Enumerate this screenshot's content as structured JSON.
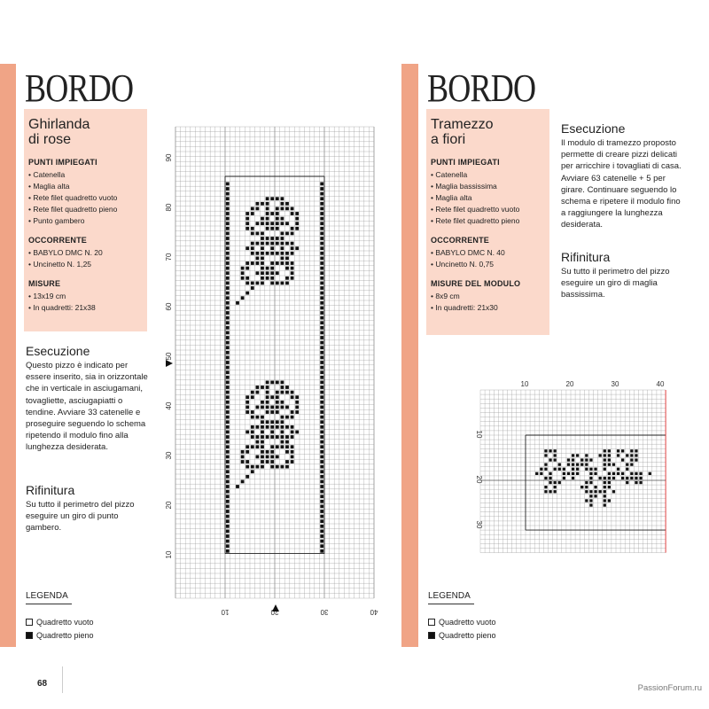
{
  "left": {
    "title": "BORDO",
    "pattern_name_line1": "Ghirlanda",
    "pattern_name_line2": "di rose",
    "punti_title": "PUNTI IMPIEGATI",
    "punti": [
      "Catenella",
      "Maglia alta",
      "Rete filet quadretto vuoto",
      "Rete filet quadretto pieno",
      "Punto gambero"
    ],
    "occorrente_title": "OCCORRENTE",
    "occorrente": [
      "BABYLO DMC N. 20",
      "Uncinetto N. 1,25"
    ],
    "misure_title": "MISURE",
    "misure": [
      "13x19 cm",
      "In quadretti: 21x38"
    ],
    "esecuzione_title": "Esecuzione",
    "esecuzione_text": "Questo pizzo è indicato per essere inserito, sia in orizzontale che in verticale in asciugamani, tovagliette, asciugapiatti o tendine. Avviare 33 catenelle e proseguire seguendo lo schema ripetendo il modulo fino alla lunghezza desiderata.",
    "rifinitura_title": "Rifinitura",
    "rifinitura_text": "Su tutto il perimetro del pizzo eseguire un giro di punto gambero.",
    "legend_title": "LEGENDA",
    "legend_empty": "Quadretto vuoto",
    "legend_full": "Quadretto pieno",
    "page_number": "68"
  },
  "right": {
    "title": "BORDO",
    "pattern_name_line1": "Tramezzo",
    "pattern_name_line2": "a fiori",
    "punti_title": "PUNTI IMPIEGATI",
    "punti": [
      "Catenella",
      "Maglia bassissima",
      "Maglia alta",
      "Rete filet quadretto vuoto",
      "Rete filet quadretto pieno"
    ],
    "occorrente_title": "OCCORRENTE",
    "occorrente": [
      "BABYLO DMC N. 40",
      "Uncinetto N. 0,75"
    ],
    "misure_title": "MISURE DEL MODULO",
    "misure": [
      "8x9 cm",
      "In quadretti: 21x30"
    ],
    "esecuzione_title": "Esecuzione",
    "esecuzione_text": "Il modulo di tramezzo proposto permette di creare pizzi delicati per arricchire i tovagliati di casa. Avviare 63 catenelle + 5 per girare. Continuare seguendo lo schema e ripetere il modulo fino a raggiungere la lunghezza desiderata.",
    "rifinitura_title": "Rifinitura",
    "rifinitura_text": "Su tutto il perimetro del pizzo eseguire un giro di maglia bassissima.",
    "legend_title": "LEGENDA",
    "legend_empty": "Quadretto vuoto",
    "legend_full": "Quadretto pieno"
  },
  "chart_left": {
    "y_ticks": [
      "10",
      "20",
      "30",
      "40",
      "50",
      "60",
      "70",
      "80",
      "90"
    ],
    "x_ticks": [
      "10",
      "20",
      "30",
      "40"
    ]
  },
  "chart_right": {
    "x_ticks": [
      "10",
      "20",
      "30",
      "40"
    ],
    "y_ticks": [
      "10",
      "20",
      "30"
    ]
  },
  "watermark": "PassionForum.ru",
  "colors": {
    "accent": "#f0a486",
    "box": "#fbd9cb",
    "marker": "#e03030"
  }
}
